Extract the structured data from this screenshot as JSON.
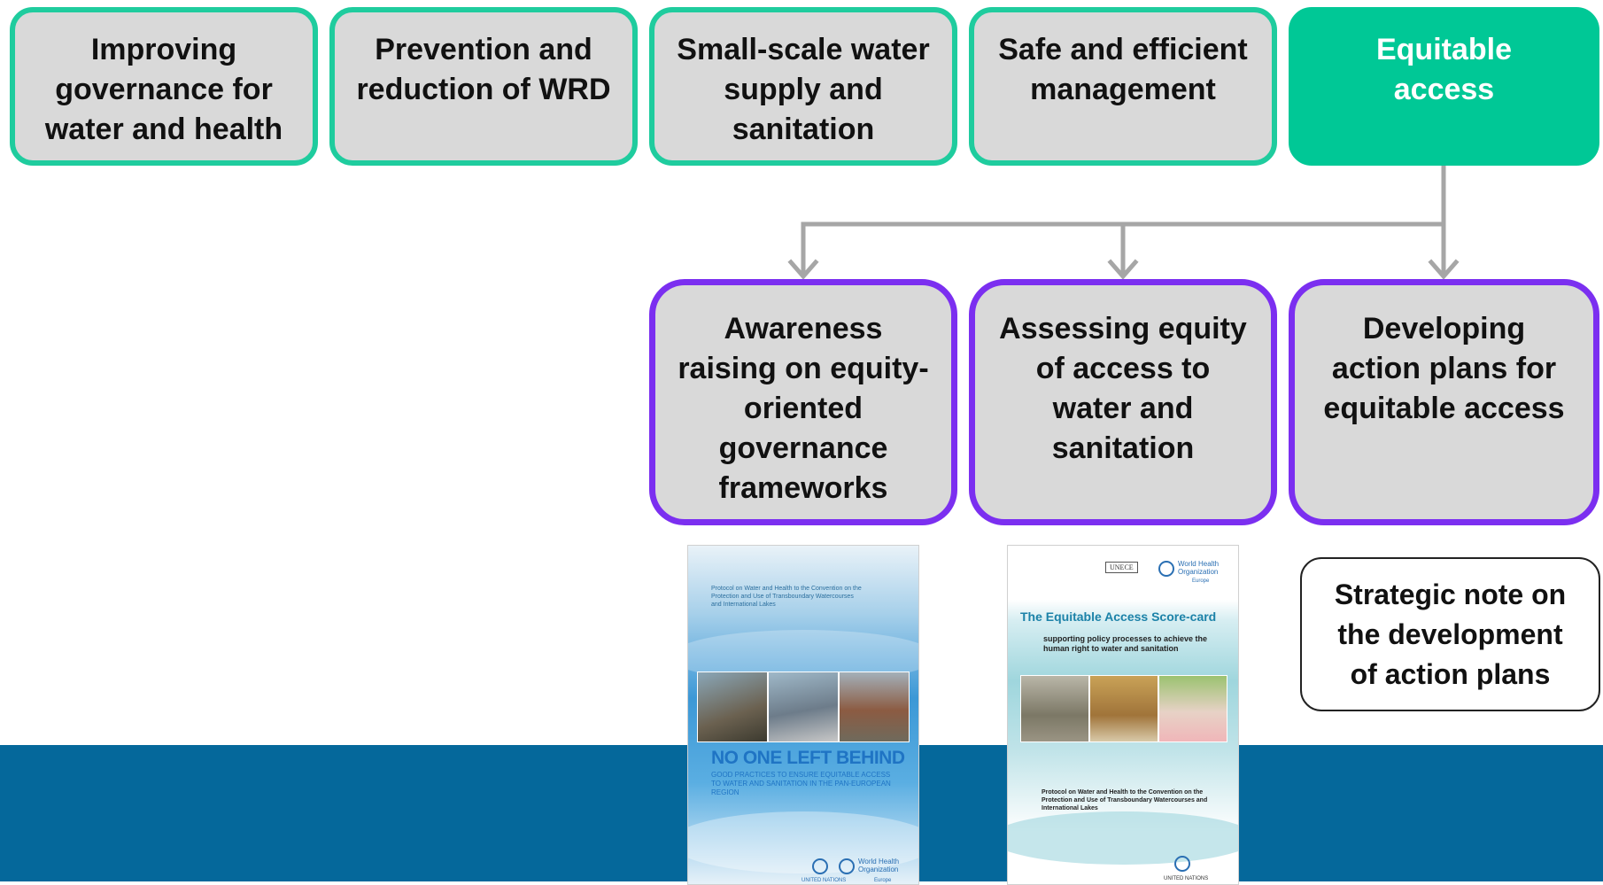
{
  "top_boxes": [
    {
      "label": "Improving\ngovernance for\nwater and health",
      "active": false
    },
    {
      "label": "Prevention and\nreduction of WRD",
      "active": false
    },
    {
      "label": "Small-scale water\nsupply and\nsanitation",
      "active": false
    },
    {
      "label": "Safe and efficient\nmanagement",
      "active": false
    },
    {
      "label": "Equitable\naccess",
      "active": true
    }
  ],
  "sub_boxes": [
    {
      "label": "Awareness\nraising on equity-\noriented\ngovernance\nframeworks"
    },
    {
      "label": "Assessing equity\nof access to\nwater and\nsanitation"
    },
    {
      "label": "Developing\naction plans for\nequitable access"
    }
  ],
  "note": {
    "label": "Strategic note on\nthe development\nof action plans"
  },
  "colors": {
    "top_border": "#1fcc9e",
    "active_fill": "#00c896",
    "sub_border": "#7b2ff0",
    "box_fill": "#d9d9d9",
    "connector": "#a6a6a6",
    "band": "#05689b"
  },
  "covers": [
    {
      "name": "no-one-left-behind",
      "header": "Protocol on Water and Health to the Convention on the Protection and Use of Transboundary Watercourses and International Lakes",
      "title": "NO ONE LEFT BEHIND",
      "subtitle": "GOOD PRACTICES TO ENSURE EQUITABLE ACCESS TO WATER AND SANITATION IN THE PAN-EUROPEAN REGION",
      "logo_right": "World Health Organization",
      "logo_left": "UNITED NATIONS",
      "logo_right_sub": "Europe"
    },
    {
      "name": "equitable-access-scorecard",
      "logo_left": "UNECE",
      "logo_right": "World Health Organization",
      "logo_right_sub": "Europe",
      "title": "The Equitable Access Score-card",
      "subtitle": "supporting policy processes to achieve the human right to water and sanitation",
      "protocol": "Protocol on Water and Health to the Convention on the Protection and Use of Transboundary Watercourses and International Lakes",
      "footer": "UNITED NATIONS"
    }
  ]
}
